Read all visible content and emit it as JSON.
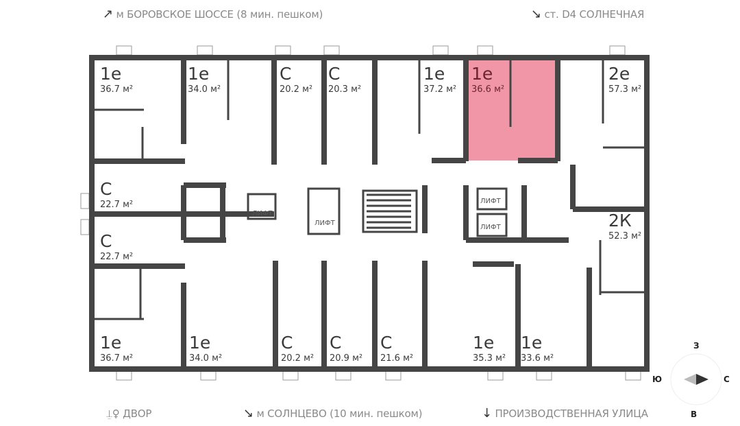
{
  "directions": {
    "top_left": "м БОРОВСКОЕ ШОССЕ (8 мин. пешком)",
    "top_right": "ст. D4 СОЛНЕЧНАЯ",
    "bottom_yard": "ДВОР",
    "bottom_center": "м СОЛНЦЕВО (10 мин. пешком)",
    "bottom_right": "ПРОИЗВОДСТВЕННАЯ УЛИЦА"
  },
  "compass": {
    "north": "З",
    "south": "В",
    "west": "Ю",
    "east": "С"
  },
  "lift_label": "ЛИФТ",
  "highlight_color": "#F096A6",
  "units": [
    {
      "type": "1е",
      "area": "36.7 м²"
    },
    {
      "type": "1е",
      "area": "34.0 м²"
    },
    {
      "type": "С",
      "area": "20.2 м²"
    },
    {
      "type": "С",
      "area": "20.3 м²"
    },
    {
      "type": "1е",
      "area": "37.2 м²"
    },
    {
      "type": "1е",
      "area": "36.6 м²",
      "selected": true
    },
    {
      "type": "2е",
      "area": "57.3 м²"
    },
    {
      "type": "С",
      "area": "22.7 м²"
    },
    {
      "type": "С",
      "area": "22.7 м²"
    },
    {
      "type": "2К",
      "area": "52.3 м²"
    },
    {
      "type": "1е",
      "area": "36.7 м²"
    },
    {
      "type": "1е",
      "area": "34.0 м²"
    },
    {
      "type": "С",
      "area": "20.2 м²"
    },
    {
      "type": "С",
      "area": "20.9 м²"
    },
    {
      "type": "С",
      "area": "21.6 м²"
    },
    {
      "type": "1е",
      "area": "35.3 м²"
    },
    {
      "type": "1е",
      "area": "33.6 м²"
    }
  ]
}
